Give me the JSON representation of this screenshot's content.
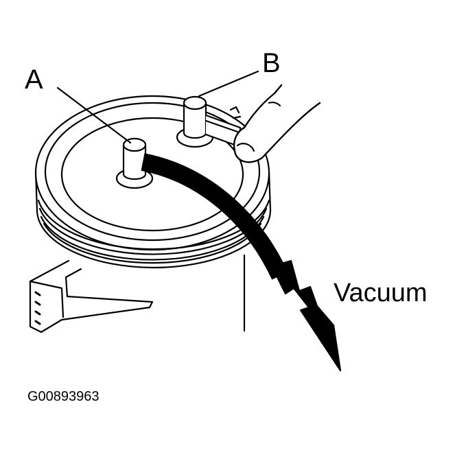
{
  "diagram": {
    "port_a_label": "A",
    "port_b_label": "B",
    "vacuum_label": "Vacuum",
    "figure_code": "G00893963"
  },
  "colors": {
    "ink": "#000000",
    "paper": "#ffffff"
  }
}
